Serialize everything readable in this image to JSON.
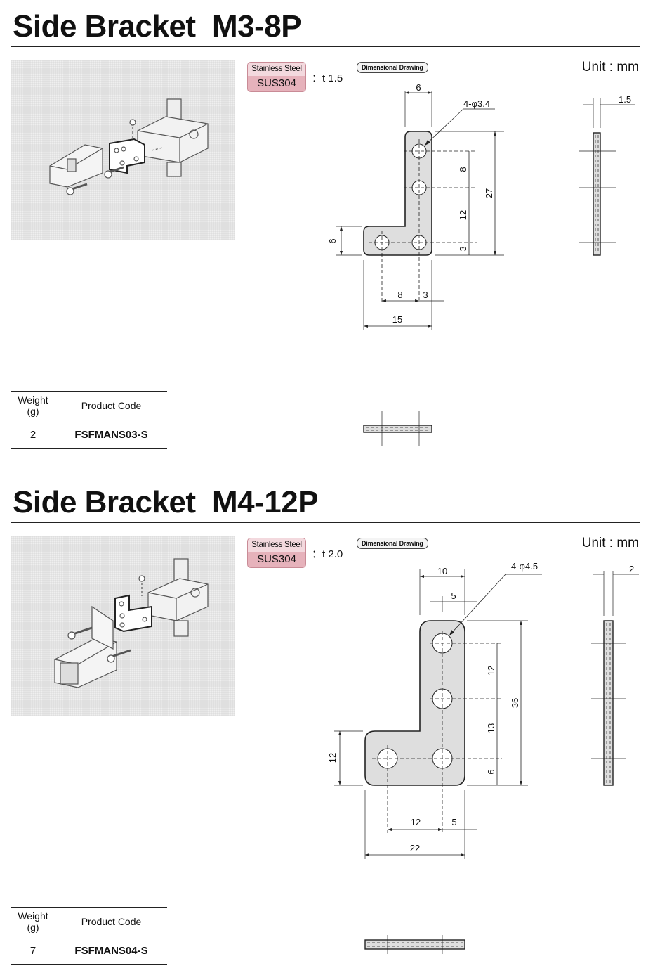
{
  "sections": [
    {
      "title": "Side Bracket  M3-8P",
      "material_top": "Stainless Steel",
      "material_bottom": "SUS304",
      "thickness": "：t 1.5",
      "drawing_badge": "Dimensional Drawing",
      "unit": "Unit : mm",
      "dims": {
        "width_top": "6",
        "hole_callout": "4-φ3.4",
        "thickness_side": "1.5",
        "pitch_upper": "8",
        "pitch_lower": "12",
        "bottom_offset": "3",
        "overall_height": "27",
        "foot_height": "6",
        "pitch_horizontal": "8",
        "right_offset": "3",
        "overall_width": "15"
      },
      "table": {
        "weight_header": "Weight (g)",
        "code_header": "Product Code",
        "weight": "2",
        "code": "FSFMANS03-S"
      }
    },
    {
      "title": "Side Bracket  M4-12P",
      "material_top": "Stainless Steel",
      "material_bottom": "SUS304",
      "thickness": "：t 2.0",
      "drawing_badge": "Dimensional Drawing",
      "unit": "Unit : mm",
      "dims": {
        "width_top": "10",
        "half_width": "5",
        "hole_callout": "4-φ4.5",
        "thickness_side": "2",
        "pitch_upper": "12",
        "pitch_lower": "13",
        "bottom_offset": "6",
        "overall_height": "36",
        "foot_height": "12",
        "pitch_horizontal": "12",
        "right_offset": "5",
        "overall_width": "22"
      },
      "table": {
        "weight_header": "Weight (g)",
        "code_header": "Product Code",
        "weight": "7",
        "code": "FSFMANS04-S"
      }
    }
  ],
  "colors": {
    "material_badge": "#e6b2bb",
    "part_fill": "#dedede",
    "photo_bg": "#dcdcdc"
  }
}
